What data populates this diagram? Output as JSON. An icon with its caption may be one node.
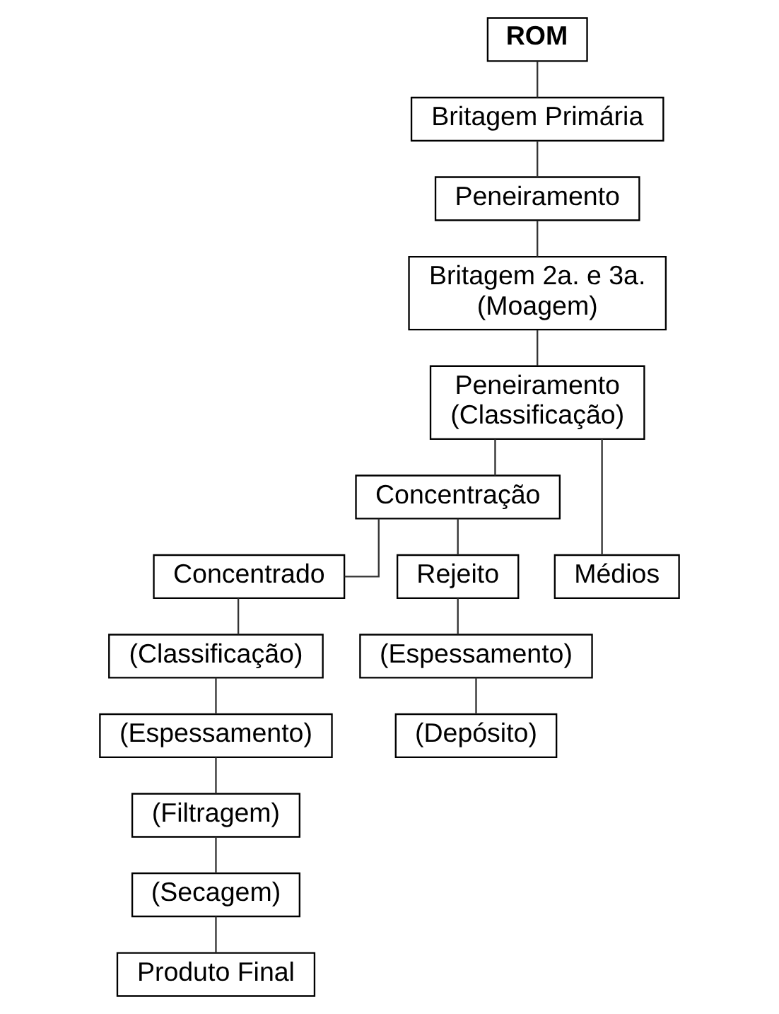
{
  "diagram": {
    "nodes": [
      {
        "text": [
          "ROM"
        ]
      },
      {
        "text": [
          "Britagem Primária"
        ]
      },
      {
        "text": [
          "Peneiramento"
        ]
      },
      {
        "text": [
          "Britagem 2a. e 3a. (Moagem)"
        ]
      },
      {
        "text": [
          "Peneiramento (Classificação)"
        ]
      },
      {
        "text": [
          "Concentração"
        ]
      },
      {
        "text": [
          "Concentrado"
        ]
      },
      {
        "text": [
          "Médios"
        ]
      },
      {
        "text": [
          "Rejeito"
        ]
      },
      {
        "text": [
          "(Classificação)"
        ]
      },
      {
        "text": [
          "(Espessamento)"
        ]
      },
      {
        "text": [
          "(Filtragem)"
        ]
      },
      {
        "text": [
          "(Secagem)"
        ]
      },
      {
        "text": [
          "Produto Final"
        ]
      },
      {
        "text": [
          "(Espessamento)"
        ]
      },
      {
        "text": [
          "(Depósito)"
        ]
      }
    ],
    "edges": [
      {
        "from": 0,
        "to": 1,
        "arrow": "none"
      },
      {
        "from": 1,
        "to": 2,
        "arrow": "none"
      },
      {
        "from": 2,
        "to": 3,
        "arrow": "none"
      },
      {
        "from": 3,
        "to": 4,
        "arrow": "none"
      },
      {
        "from": 4,
        "to": 5,
        "arrow": "none"
      },
      {
        "from": 4,
        "to": 7,
        "arrow": "none"
      },
      {
        "from": 5,
        "to": 6,
        "arrow": "none"
      },
      {
        "from": 5,
        "to": 8,
        "arrow": "none"
      },
      {
        "from": 6,
        "to": 9,
        "arrow": "none"
      },
      {
        "from": 9,
        "to": 10,
        "arrow": "none"
      },
      {
        "from": 10,
        "to": 11,
        "arrow": "none"
      },
      {
        "from": 11,
        "to": 12,
        "arrow": "none"
      },
      {
        "from": 12,
        "to": 13,
        "arrow": "none"
      },
      {
        "from": 8,
        "to": 14,
        "arrow": "none"
      },
      {
        "from": 14,
        "to": 15,
        "arrow": "none"
      }
    ]
  }
}
